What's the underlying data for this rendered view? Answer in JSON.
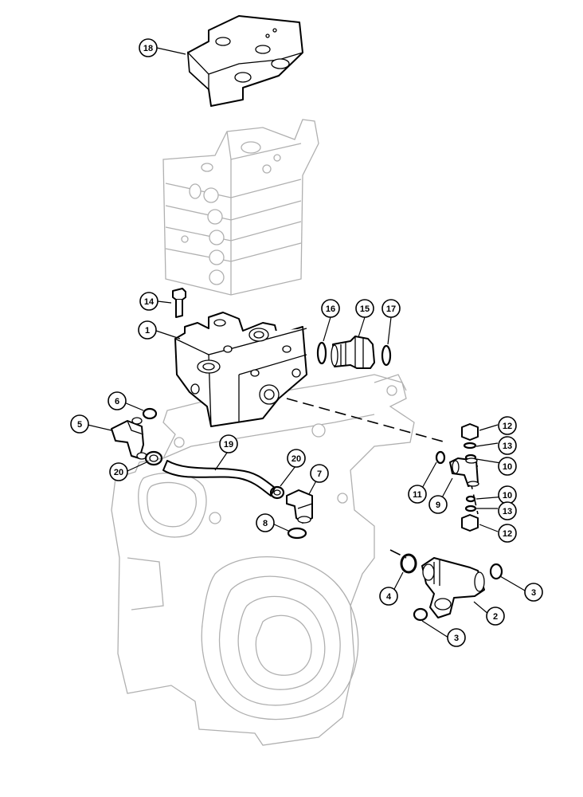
{
  "callouts": [
    {
      "id": "c18a",
      "label": "18"
    },
    {
      "id": "c14",
      "label": "14"
    },
    {
      "id": "c1",
      "label": "1"
    },
    {
      "id": "c16",
      "label": "16"
    },
    {
      "id": "c15",
      "label": "15"
    },
    {
      "id": "c17",
      "label": "17"
    },
    {
      "id": "c6",
      "label": "6"
    },
    {
      "id": "c5",
      "label": "5"
    },
    {
      "id": "c19",
      "label": "19"
    },
    {
      "id": "c20a",
      "label": "20"
    },
    {
      "id": "c20b",
      "label": "20"
    },
    {
      "id": "c7",
      "label": "7"
    },
    {
      "id": "c8",
      "label": "8"
    },
    {
      "id": "c12a",
      "label": "12"
    },
    {
      "id": "c13a",
      "label": "13"
    },
    {
      "id": "c10a",
      "label": "10"
    },
    {
      "id": "c11",
      "label": "11"
    },
    {
      "id": "c9",
      "label": "9"
    },
    {
      "id": "c10b",
      "label": "10"
    },
    {
      "id": "c13b",
      "label": "13"
    },
    {
      "id": "c12b",
      "label": "12"
    },
    {
      "id": "c4",
      "label": "4"
    },
    {
      "id": "c3a",
      "label": "3"
    },
    {
      "id": "c2",
      "label": "2"
    },
    {
      "id": "c3b",
      "label": "3"
    }
  ]
}
